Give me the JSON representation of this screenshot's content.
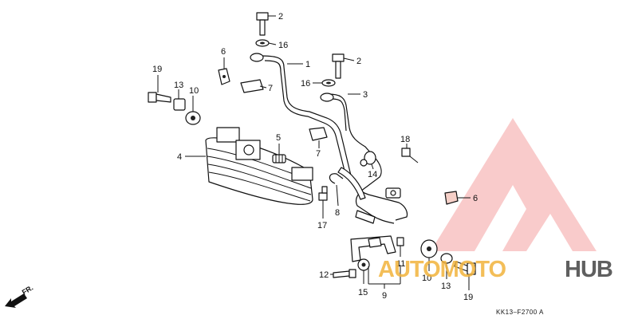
{
  "drawing_code": "KK13–F2700 A",
  "front_arrow_label": "FR.",
  "watermark": {
    "left": "AUTOMOTO",
    "right": "HUB",
    "accent_color": "#f2b33c",
    "logo_color": "#f4a0a0"
  },
  "callouts": [
    {
      "id": "c2a",
      "label": "2"
    },
    {
      "id": "c16a",
      "label": "16"
    },
    {
      "id": "c6a",
      "label": "6"
    },
    {
      "id": "c1",
      "label": "1"
    },
    {
      "id": "c2b",
      "label": "2"
    },
    {
      "id": "c19a",
      "label": "19"
    },
    {
      "id": "c13a",
      "label": "13"
    },
    {
      "id": "c10a",
      "label": "10"
    },
    {
      "id": "c7a",
      "label": "7"
    },
    {
      "id": "c16b",
      "label": "16"
    },
    {
      "id": "c3",
      "label": "3"
    },
    {
      "id": "c4",
      "label": "4"
    },
    {
      "id": "c5",
      "label": "5"
    },
    {
      "id": "c7b",
      "label": "7"
    },
    {
      "id": "c18",
      "label": "18"
    },
    {
      "id": "c14",
      "label": "14"
    },
    {
      "id": "c6b",
      "label": "6"
    },
    {
      "id": "c8",
      "label": "8"
    },
    {
      "id": "c17",
      "label": "17"
    },
    {
      "id": "c11",
      "label": "11"
    },
    {
      "id": "c12",
      "label": "12"
    },
    {
      "id": "c15",
      "label": "15"
    },
    {
      "id": "c9",
      "label": "9"
    },
    {
      "id": "c10b",
      "label": "10"
    },
    {
      "id": "c13b",
      "label": "13"
    },
    {
      "id": "c19b",
      "label": "19"
    }
  ]
}
